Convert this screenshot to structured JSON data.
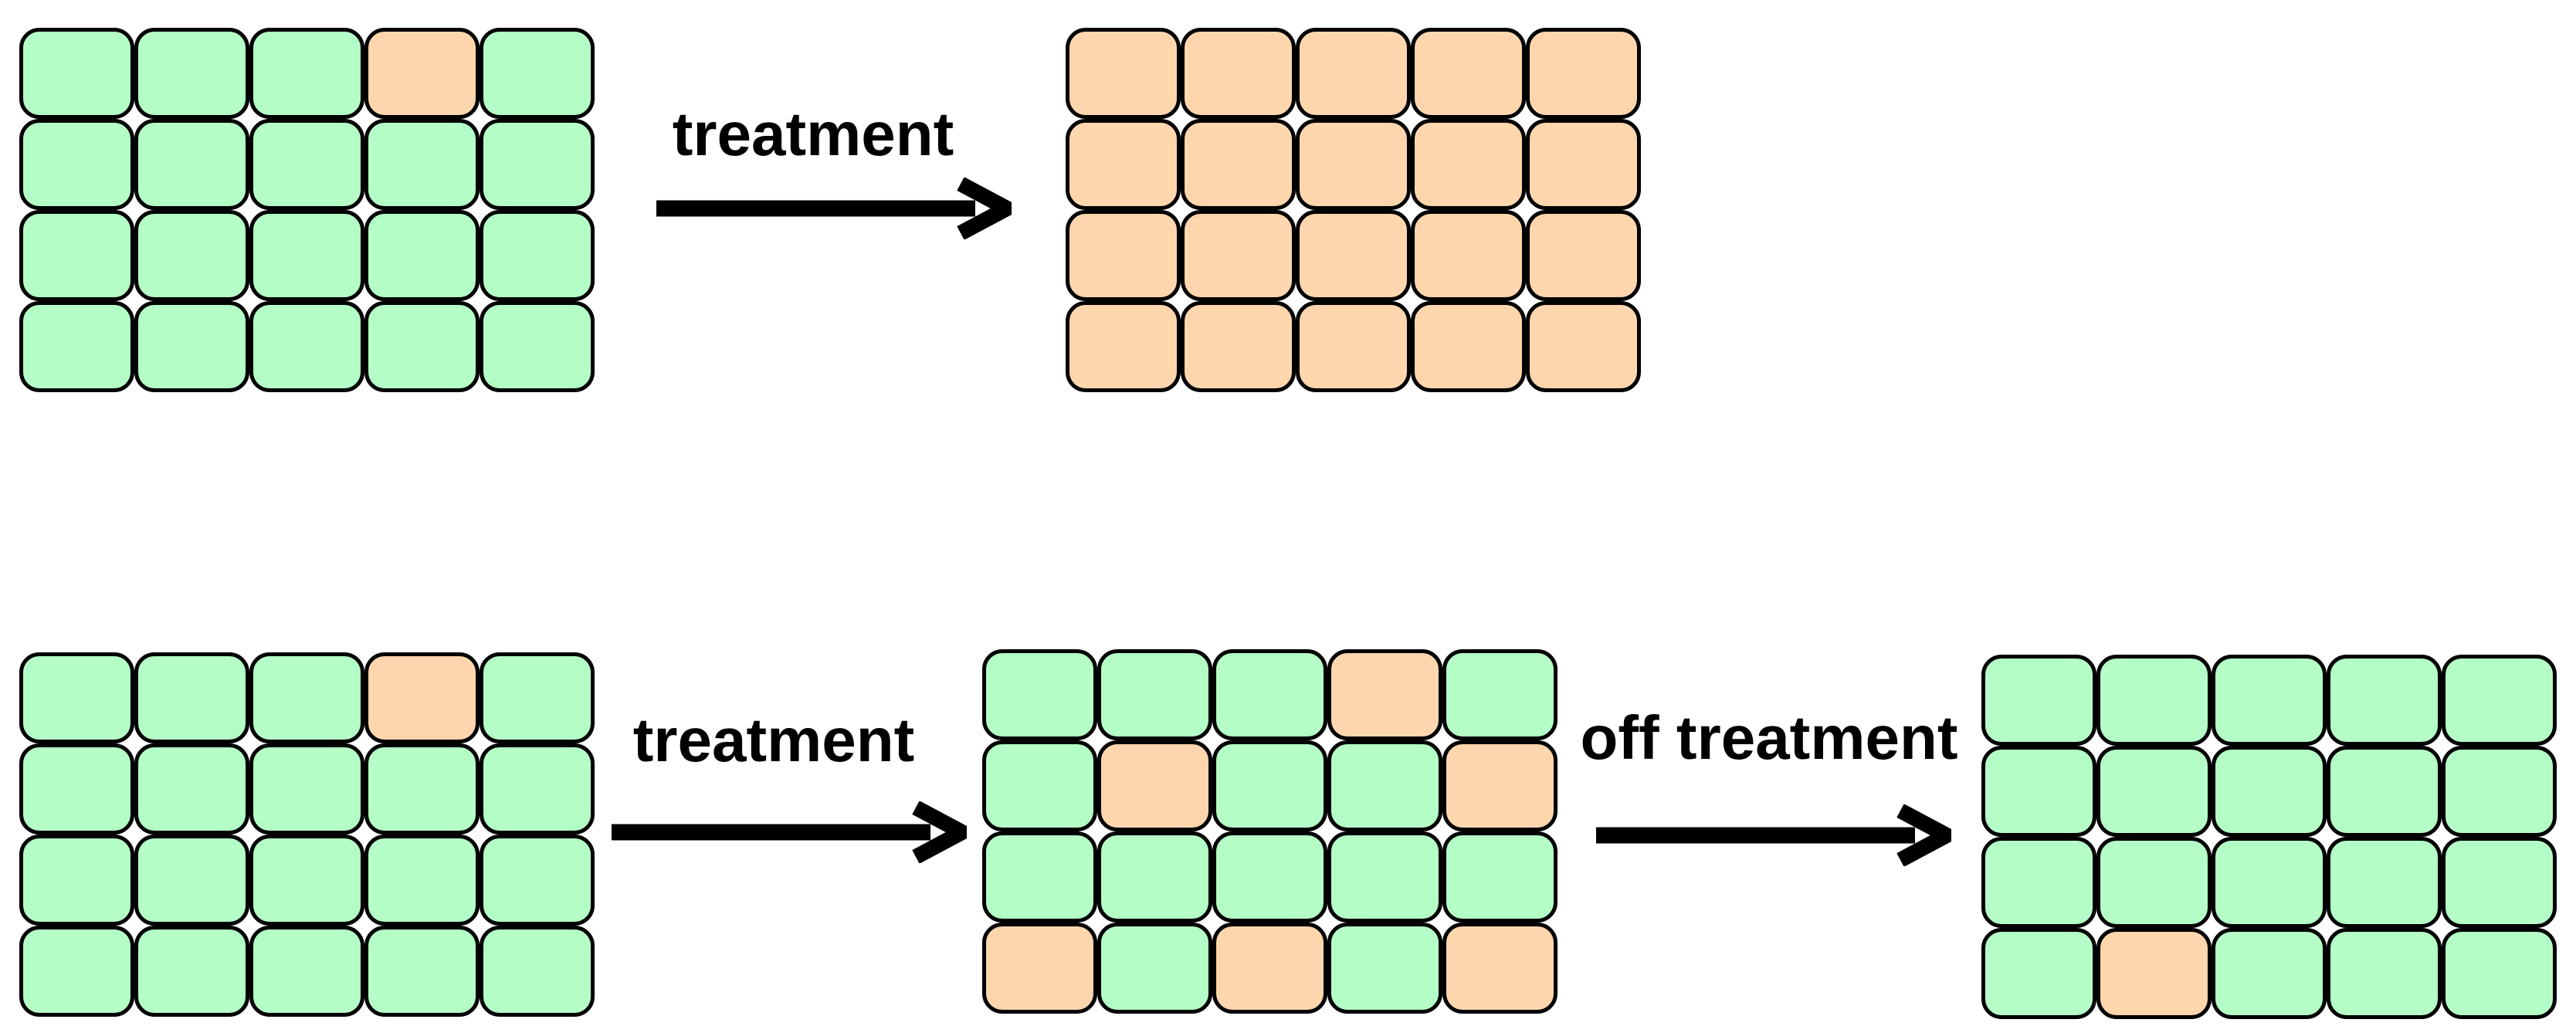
{
  "title": "cell population treatment response diagram",
  "colors": {
    "green": "#b4fdc7",
    "orange": "#fdd6ae",
    "cell_border": "#000000",
    "arrow": "#000000",
    "background": "#ffffff"
  },
  "arrows": {
    "top_treatment": {
      "label": "treatment"
    },
    "bottom_treatment": {
      "label": "treatment"
    },
    "bottom_off_treatment": {
      "label": "off treatment"
    }
  },
  "grids": {
    "top_initial": {
      "rows": 4,
      "cols": 5,
      "cells": [
        [
          "green",
          "green",
          "green",
          "orange",
          "green"
        ],
        [
          "green",
          "green",
          "green",
          "green",
          "green"
        ],
        [
          "green",
          "green",
          "green",
          "green",
          "green"
        ],
        [
          "green",
          "green",
          "green",
          "green",
          "green"
        ]
      ]
    },
    "top_after_treatment": {
      "rows": 4,
      "cols": 5,
      "cells": [
        [
          "orange",
          "orange",
          "orange",
          "orange",
          "orange"
        ],
        [
          "orange",
          "orange",
          "orange",
          "orange",
          "orange"
        ],
        [
          "orange",
          "orange",
          "orange",
          "orange",
          "orange"
        ],
        [
          "orange",
          "orange",
          "orange",
          "orange",
          "orange"
        ]
      ]
    },
    "bottom_initial": {
      "rows": 4,
      "cols": 5,
      "cells": [
        [
          "green",
          "green",
          "green",
          "orange",
          "green"
        ],
        [
          "green",
          "green",
          "green",
          "green",
          "green"
        ],
        [
          "green",
          "green",
          "green",
          "green",
          "green"
        ],
        [
          "green",
          "green",
          "green",
          "green",
          "green"
        ]
      ]
    },
    "bottom_during_treatment": {
      "rows": 4,
      "cols": 5,
      "cells": [
        [
          "green",
          "green",
          "green",
          "orange",
          "green"
        ],
        [
          "green",
          "orange",
          "green",
          "green",
          "orange"
        ],
        [
          "green",
          "green",
          "green",
          "green",
          "green"
        ],
        [
          "orange",
          "green",
          "orange",
          "green",
          "orange"
        ]
      ]
    },
    "bottom_off_treatment": {
      "rows": 4,
      "cols": 5,
      "cells": [
        [
          "green",
          "green",
          "green",
          "green",
          "green"
        ],
        [
          "green",
          "green",
          "green",
          "green",
          "green"
        ],
        [
          "green",
          "green",
          "green",
          "green",
          "green"
        ],
        [
          "green",
          "orange",
          "green",
          "green",
          "green"
        ]
      ]
    }
  }
}
